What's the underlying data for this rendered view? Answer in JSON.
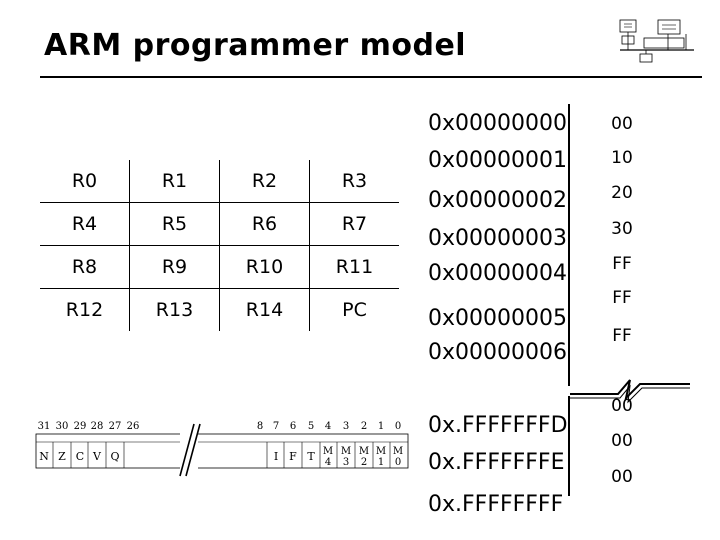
{
  "title": "ARM programmer model",
  "registers": [
    [
      "R0",
      "R1",
      "R2",
      "R3"
    ],
    [
      "R4",
      "R5",
      "R6",
      "R7"
    ],
    [
      "R8",
      "R9",
      "R10",
      "R11"
    ],
    [
      "R12",
      "R13",
      "R14",
      "PC"
    ]
  ],
  "memory": {
    "addresses": [
      "0x00000000",
      "0x00000001",
      "0x00000002",
      "0x00000003",
      "0x00000004",
      "0x00000005",
      "0x00000006",
      "0x.FFFFFFFD",
      "0x.FFFFFFFE",
      "0x.FFFFFFFF"
    ],
    "values": [
      "00",
      "10",
      "20",
      "30",
      "FF",
      "FF",
      "FF",
      "00",
      "00",
      "00"
    ]
  },
  "psr": {
    "bit_numbers_high": [
      "31",
      "30",
      "29",
      "28",
      "27",
      "26"
    ],
    "bit_numbers_low": [
      "8",
      "7",
      "6",
      "5",
      "4",
      "3",
      "2",
      "1",
      "0"
    ],
    "flags_high": [
      "N",
      "Z",
      "C",
      "V",
      "Q"
    ],
    "flags_low": [
      "I",
      "F",
      "T"
    ],
    "mode_bits": [
      [
        "M",
        "4"
      ],
      [
        "M",
        "3"
      ],
      [
        "M",
        "2"
      ],
      [
        "M",
        "1"
      ],
      [
        "M",
        "0"
      ]
    ]
  }
}
